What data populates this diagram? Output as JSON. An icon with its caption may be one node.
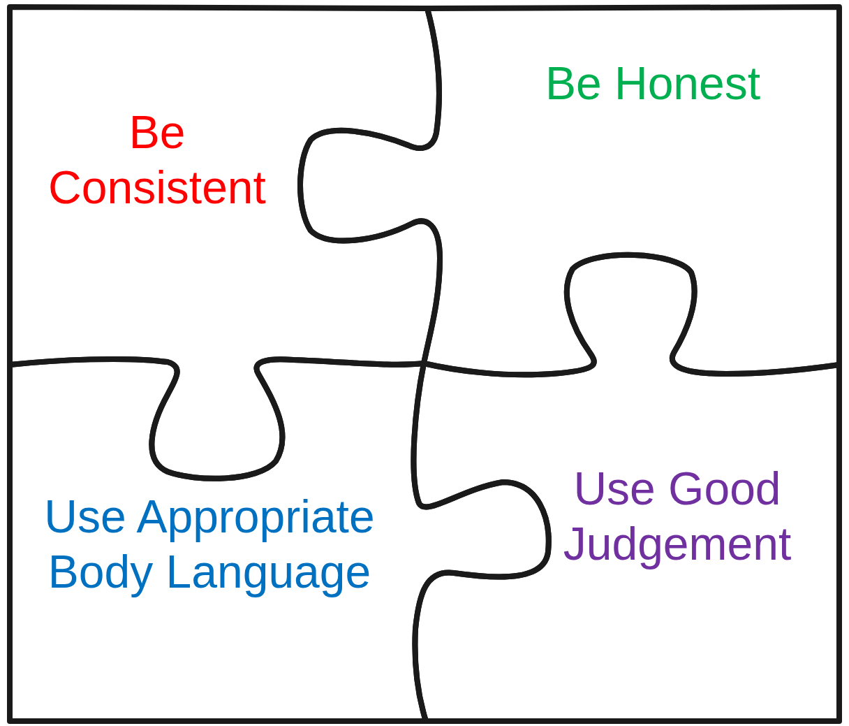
{
  "diagram": {
    "nodes": [
      {
        "text": [
          "Be Consistent"
        ]
      },
      {
        "text": [
          "Be Honest"
        ]
      },
      {
        "text": [
          "Use Appropriate Body Language"
        ]
      },
      {
        "text": [
          "Use Good Judgement"
        ]
      }
    ]
  }
}
